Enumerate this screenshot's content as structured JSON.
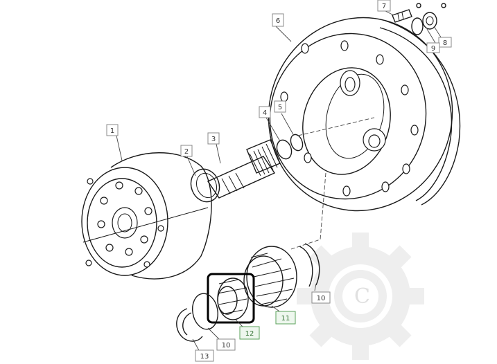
{
  "diagram": {
    "callouts": [
      {
        "id": "c1",
        "text": "1"
      },
      {
        "id": "c2",
        "text": "2"
      },
      {
        "id": "c3",
        "text": "3"
      },
      {
        "id": "c4",
        "text": "4"
      },
      {
        "id": "c5",
        "text": "5"
      },
      {
        "id": "c6",
        "text": "6"
      },
      {
        "id": "c7",
        "text": "7"
      },
      {
        "id": "c8",
        "text": "8"
      },
      {
        "id": "c9",
        "text": "9"
      },
      {
        "id": "c10a",
        "text": "10"
      },
      {
        "id": "c10b",
        "text": "10"
      },
      {
        "id": "c11",
        "text": "11"
      },
      {
        "id": "c12",
        "text": "12"
      },
      {
        "id": "c13",
        "text": "13"
      }
    ],
    "highlighted_part": "12",
    "watermark_letter": "C",
    "colors": {
      "line": "#1a1a1a",
      "label_box": "#888888",
      "green_box": "#5aa05a",
      "highlight": "#000000",
      "watermark": "#eeeeee"
    }
  }
}
